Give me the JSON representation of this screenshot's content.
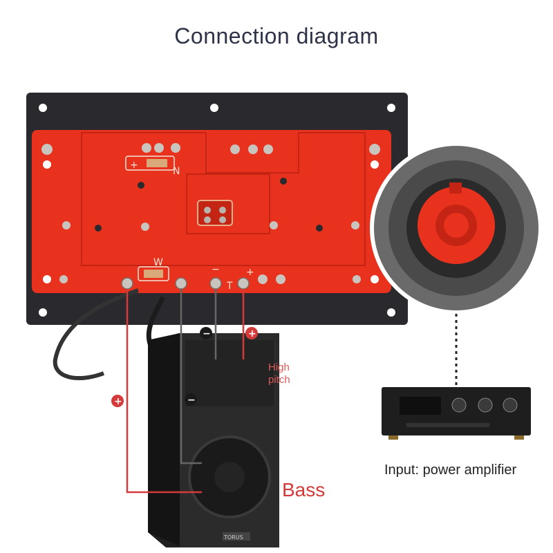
{
  "title": "Connection diagram",
  "board": {
    "silk_n": "N",
    "silk_w": "W",
    "silk_t": "T",
    "silk_minus": "−",
    "silk_plus": "+"
  },
  "labels": {
    "high_pitch_line1": "High",
    "high_pitch_line2": "pitch",
    "bass": "Bass",
    "input": "Input: power amplifier",
    "speaker_brand": "TORUS"
  },
  "markers": {
    "plus": "+",
    "minus": "−"
  },
  "colors": {
    "pcb": "#e8321e",
    "plate": "#2a2a2e",
    "positive_wire": "#d43a3a",
    "negative_wire": "#555555",
    "title": "#2e3347"
  }
}
